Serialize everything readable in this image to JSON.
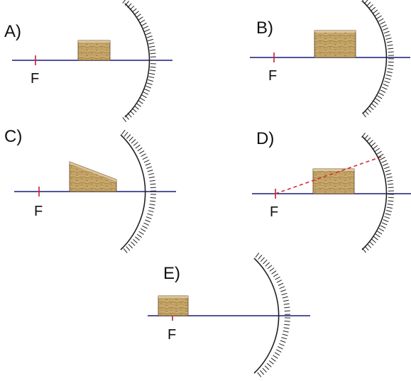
{
  "panels": [
    {
      "label": "A)",
      "focus_label": "F",
      "block_shape": "rectangle",
      "dashed_ray": false
    },
    {
      "label": "B)",
      "focus_label": "F",
      "block_shape": "rectangle",
      "dashed_ray": false
    },
    {
      "label": "C)",
      "focus_label": "F",
      "block_shape": "wedge",
      "dashed_ray": false
    },
    {
      "label": "D)",
      "focus_label": "F",
      "block_shape": "rectangle",
      "dashed_ray": true
    },
    {
      "label": "E)",
      "focus_label": "F",
      "block_shape": "rectangle",
      "dashed_ray": false
    }
  ],
  "colors": {
    "axis": "#1a1a7a",
    "focus_tick": "#cc1f2e",
    "dashed_ray": "#d42a35",
    "mirror": "#222222",
    "block_fill": "#c8a86a",
    "block_grain": "#8a6a3a",
    "block_edge": "#5a4222",
    "block_top": "#e8d7b5"
  }
}
